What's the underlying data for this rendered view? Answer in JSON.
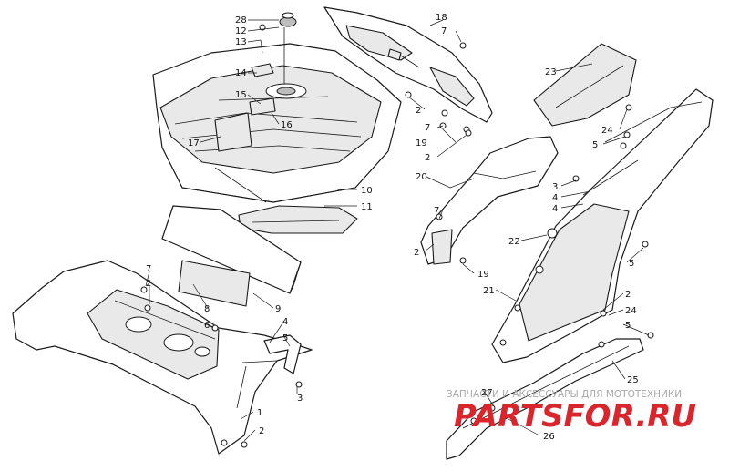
{
  "callouts": [
    {
      "n": "28"
    },
    {
      "n": "12"
    },
    {
      "n": "13"
    },
    {
      "n": "14"
    },
    {
      "n": "15"
    },
    {
      "n": "16"
    },
    {
      "n": "17"
    },
    {
      "n": "10"
    },
    {
      "n": "11"
    },
    {
      "n": "18"
    },
    {
      "n": "7"
    },
    {
      "n": "2"
    },
    {
      "n": "7"
    },
    {
      "n": "19"
    },
    {
      "n": "2"
    },
    {
      "n": "23"
    },
    {
      "n": "24"
    },
    {
      "n": "5"
    },
    {
      "n": "20"
    },
    {
      "n": "7"
    },
    {
      "n": "2"
    },
    {
      "n": "19"
    },
    {
      "n": "3"
    },
    {
      "n": "4"
    },
    {
      "n": "4"
    },
    {
      "n": "22"
    },
    {
      "n": "5"
    },
    {
      "n": "21"
    },
    {
      "n": "2"
    },
    {
      "n": "24"
    },
    {
      "n": "5"
    },
    {
      "n": "25"
    },
    {
      "n": "27"
    },
    {
      "n": "26"
    },
    {
      "n": "7"
    },
    {
      "n": "2"
    },
    {
      "n": "8"
    },
    {
      "n": "9"
    },
    {
      "n": "6"
    },
    {
      "n": "4"
    },
    {
      "n": "5"
    },
    {
      "n": "3"
    },
    {
      "n": "1"
    },
    {
      "n": "2"
    }
  ],
  "watermark": {
    "tagline": "ЗАПЧАСТИ И АКСЕССУАРЫ ДЛЯ МОТОТЕХНИКИ",
    "logo": "PARTSFOR.RU"
  }
}
